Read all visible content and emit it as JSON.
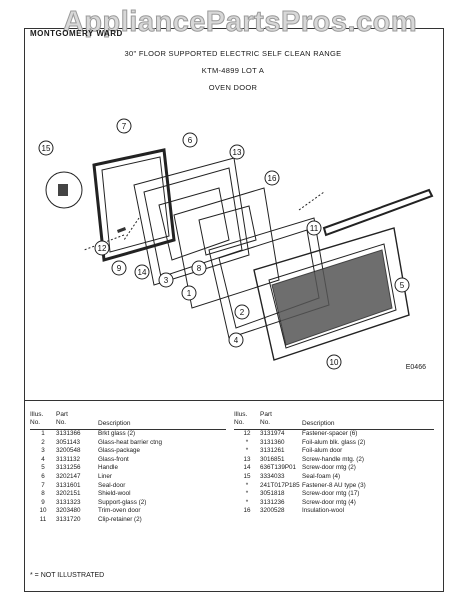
{
  "watermark": "AppliancePartsPros.com",
  "brand": "MONTGOMERY WARD",
  "header": {
    "title": "30\" FLOOR SUPPORTED ELECTRIC SELF CLEAN RANGE",
    "model": "KTM-4899 LOT A",
    "section": "OVEN DOOR"
  },
  "diagram": {
    "code": "E0466",
    "callouts": [
      "1",
      "2",
      "3",
      "4",
      "5",
      "6",
      "7",
      "8",
      "9",
      "10",
      "11",
      "12",
      "13",
      "14",
      "15",
      "16"
    ]
  },
  "table": {
    "head": {
      "illus_line1": "Illus.",
      "illus_line2": "No.",
      "part_line1": "Part",
      "part_line2": "No.",
      "desc": "Description"
    },
    "left": [
      {
        "no": "1",
        "part": "3131366",
        "desc": "Brkt glass (2)"
      },
      {
        "no": "2",
        "part": "3051143",
        "desc": "Glass-heat barrier ctng"
      },
      {
        "no": "3",
        "part": "3200548",
        "desc": "Glass-package"
      },
      {
        "no": "4",
        "part": "3131132",
        "desc": "Glass-front"
      },
      {
        "no": "5",
        "part": "3131256",
        "desc": "Handle"
      },
      {
        "no": "6",
        "part": "3202147",
        "desc": "Liner"
      },
      {
        "no": "7",
        "part": "3131601",
        "desc": "Seal-door"
      },
      {
        "no": "8",
        "part": "3202151",
        "desc": "Shield-wool"
      },
      {
        "no": "9",
        "part": "3131323",
        "desc": "Support-glass (2)"
      },
      {
        "no": "10",
        "part": "3203480",
        "desc": "Trim-oven door"
      },
      {
        "no": "11",
        "part": "3131720",
        "desc": "Clip-retainer (2)"
      }
    ],
    "right": [
      {
        "no": "12",
        "part": "3131974",
        "desc": "Fastener-spacer (6)"
      },
      {
        "no": "*",
        "part": "3131360",
        "desc": "Foil-alum blk. glass (2)"
      },
      {
        "no": "*",
        "part": "3131261",
        "desc": "Foil-alum door"
      },
      {
        "no": "13",
        "part": "3016851",
        "desc": "Screw-handle mtg. (2)"
      },
      {
        "no": "14",
        "part": "636T139P01",
        "desc": "Screw-door mtg (2)"
      },
      {
        "no": "15",
        "part": "3334033",
        "desc": "Seal-foam (4)"
      },
      {
        "no": "*",
        "part": "241T017P185",
        "desc": "Fastener-8 AU type (3)"
      },
      {
        "no": "*",
        "part": "3051818",
        "desc": "Screw-door mtg (17)"
      },
      {
        "no": "*",
        "part": "3131236",
        "desc": "Screw-door mtg (4)"
      },
      {
        "no": "16",
        "part": "3200528",
        "desc": "Insulation-wool"
      }
    ]
  },
  "footnote": "* = NOT ILLUSTRATED"
}
